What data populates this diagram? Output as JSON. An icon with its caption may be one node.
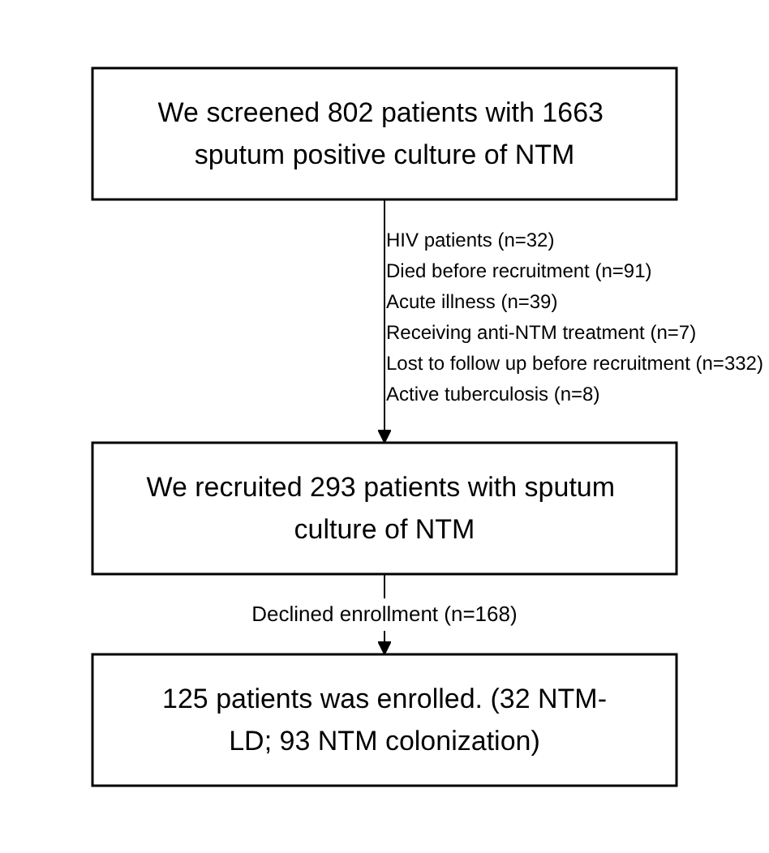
{
  "diagram": {
    "nodes": [
      {
        "text": [
          "We screened 802 patients with 1663 sputum positive culture of NTM"
        ]
      },
      {
        "text": [
          "We recruited 293 patients with sputum culture of NTM"
        ]
      },
      {
        "text": [
          "125 patients was enrolled. (32 NTM-LD; 93 NTM colonization)"
        ]
      }
    ],
    "edges": [
      {
        "from": 0,
        "to": 1,
        "arrow": "to"
      },
      {
        "from": 1,
        "to": 2,
        "label": "Declined enrollment (n=168)",
        "arrow": "to"
      }
    ],
    "labels": [
      "HIV patients (n=32)",
      "Died before recruitment (n=91)",
      "Acute illness (n=39)",
      "Receiving anti-NTM treatment (n=7)",
      "Lost to follow up before recruitment (n=332)",
      "Active tuberculosis (n=8)"
    ]
  }
}
